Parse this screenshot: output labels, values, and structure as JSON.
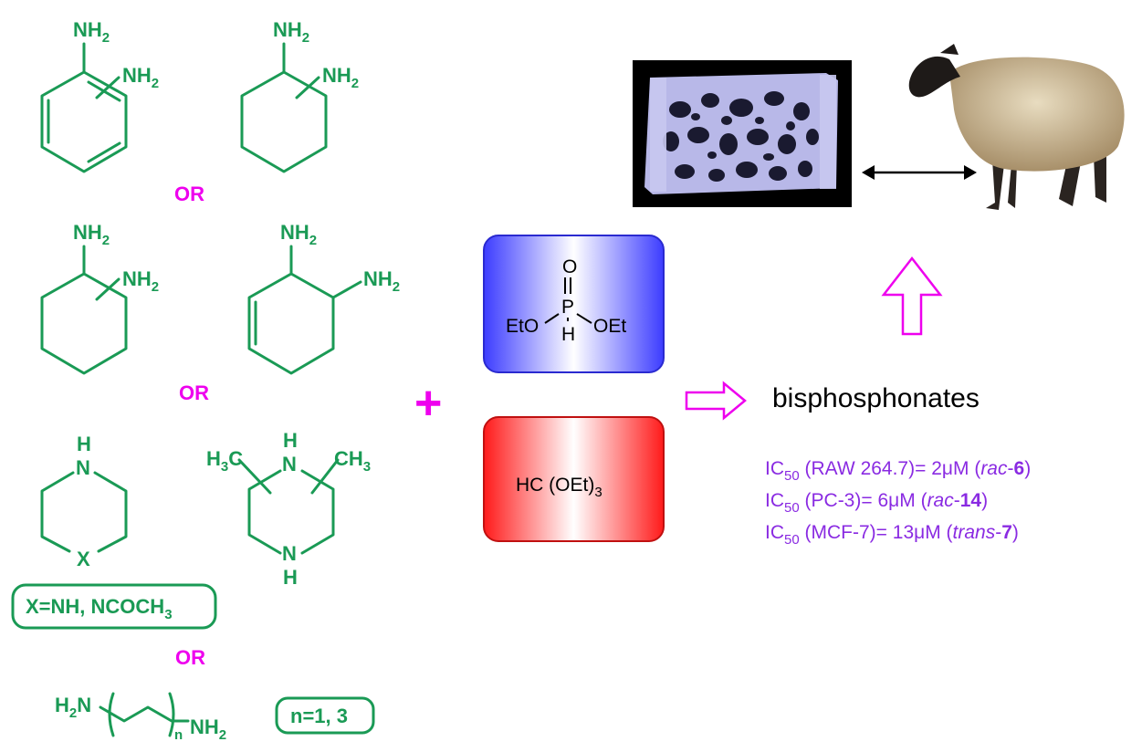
{
  "amines": {
    "nh2": "NH",
    "h": "H",
    "x": "X",
    "h3c": "H",
    "ch3": "CH",
    "h2n": "H",
    "n_atom": "N",
    "sub2": "2",
    "sub3": "3",
    "sub_n": "n",
    "piperazine_box_label": "X=NH, NCOCH",
    "chain_box_label": "n=1, 3"
  },
  "connectors": {
    "or": "OR",
    "plus": "+"
  },
  "reagents": {
    "phosphite": {
      "o_top": "O",
      "p": "P",
      "h": "H",
      "left": "EtO",
      "right": "OEt",
      "color": "#4a4aff"
    },
    "orthoformate": {
      "label": "HC (OEt)",
      "sub": "3",
      "color": "#ff2a2a"
    }
  },
  "product": {
    "label": "bisphosphonates"
  },
  "ic50": [
    {
      "ic": "IC",
      "sub": "50",
      "cell": " (RAW 264.7)= 2",
      "unit": "μM (",
      "compound_prefix": "rac",
      "dash": "-",
      "compound_num": "6",
      "close": ")"
    },
    {
      "ic": "IC",
      "sub": "50",
      "cell": " (PC-3)= 6",
      "unit": "μM (",
      "compound_prefix": "rac",
      "dash": "-",
      "compound_num": "14",
      "close": ")"
    },
    {
      "ic": "IC",
      "sub": "50",
      "cell": " (MCF-7)= 13",
      "unit": "μM (",
      "compound_prefix": "trans",
      "dash": "-",
      "compound_num": "7",
      "close": ")"
    }
  ],
  "colors": {
    "amine_green": "#1a9a55",
    "magenta": "#ee00ee",
    "purple": "#8a2be2"
  }
}
